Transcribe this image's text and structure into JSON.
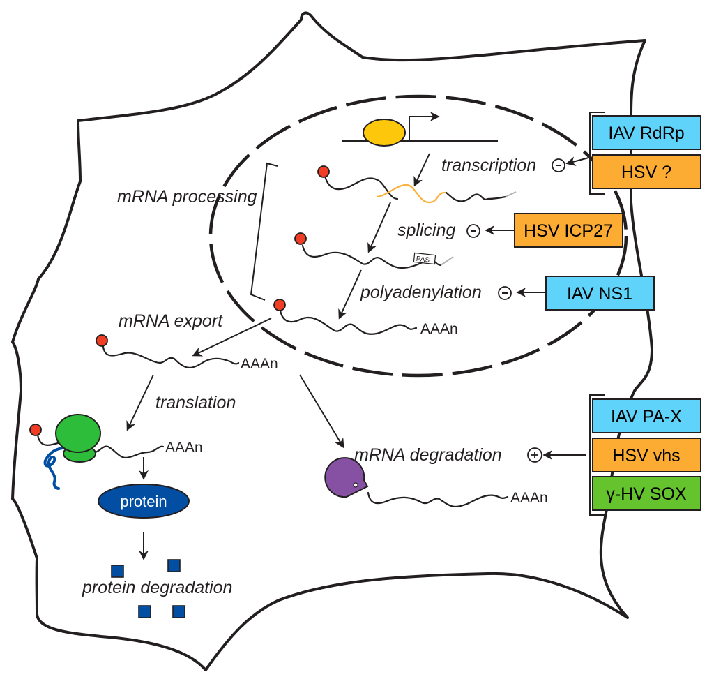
{
  "colors": {
    "iav": "#5fd3f9",
    "hsv": "#fcac32",
    "ghv": "#65c32e",
    "cap": "#ef3e23",
    "promoter": "#fdc80c",
    "exon_orange": "#fbb03b",
    "ribosome": "#2ebd3a",
    "protein": "#024ea2",
    "pacman": "#8651a3",
    "tail_gray": "#b3b3b3"
  },
  "labels": {
    "mrna_processing": "mRNA processing",
    "transcription": "transcription",
    "splicing": "splicing",
    "polyadenylation": "polyadenylation",
    "mrna_export": "mRNA export",
    "translation": "translation",
    "protein": "protein",
    "protein_degradation": "protein degradation",
    "mrna_degradation": "mRNA degradation",
    "pas": "PAS",
    "polya": "AAAn"
  },
  "symbols": {
    "inhibit": "−",
    "promote": "+"
  },
  "factors": {
    "transcription": [
      {
        "label": "IAV RdRp",
        "virus": "iav"
      },
      {
        "label": "HSV ?",
        "virus": "hsv"
      }
    ],
    "splicing": [
      {
        "label": "HSV ICP27",
        "virus": "hsv"
      }
    ],
    "polyadenylation": [
      {
        "label": "IAV NS1",
        "virus": "iav"
      }
    ],
    "mrna_degradation": [
      {
        "label": "IAV PA-X",
        "virus": "iav"
      },
      {
        "label": "HSV vhs",
        "virus": "hsv"
      },
      {
        "label": "γ-HV SOX",
        "virus": "ghv"
      }
    ]
  }
}
